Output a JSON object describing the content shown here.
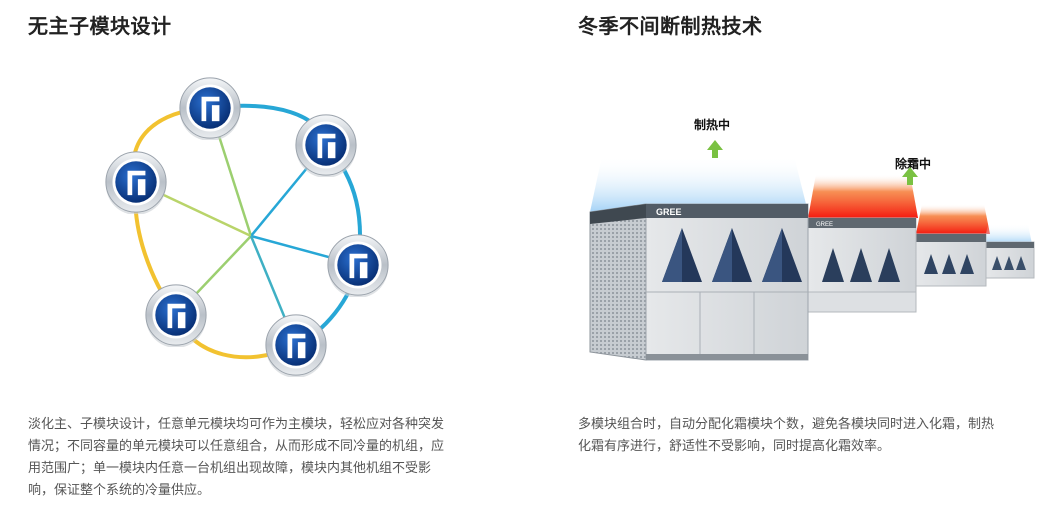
{
  "left": {
    "title": "无主子模块设计",
    "description_lines": [
      "淡化主、子模块设计，任意单元模块均可作为主模块，轻松应对各种突发",
      "情况；不同容量的单元模块可以任意组合，从而形成不同冷量的机组，应",
      "用范围广；单一模块内任意一台机组出现故障，模块内其他机组不受影",
      "响，保证整个系统的冷量供应。"
    ]
  },
  "right": {
    "title": "冬季不间断制热技术",
    "heating_label": "制热中",
    "defrost_label": "除霜中",
    "brand": "GREE",
    "description_lines": [
      "多模块组合时，自动分配化霜模块个数，避免各模块同时进入化霜，制热",
      "化霜有序进行，舒适性不受影响，同时提高化霜效率。"
    ]
  },
  "colors": {
    "ring_yellow": "#f2c230",
    "ring_blue": "#27a7d6",
    "icon_blue": "#0b3d91",
    "heat_blue": "#a9d4f5",
    "defrost_red": "#f23a1e",
    "arrow_green": "#7ac142"
  }
}
